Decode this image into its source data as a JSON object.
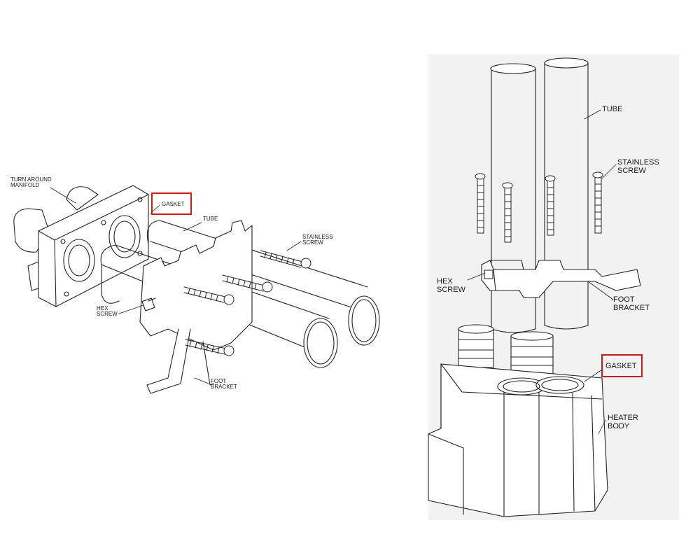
{
  "left_diagram": {
    "labels": {
      "turn_around_manifold": [
        "TURN AROUND",
        "MANIFOLD"
      ],
      "gasket": "GASKET",
      "tube": "TUBE",
      "stainless_screw": [
        "STAINLESS",
        "SCREW"
      ],
      "hex_screw": [
        "HEX",
        "SCREW"
      ],
      "foot_bracket": [
        "FOOT",
        "BRACKET"
      ]
    }
  },
  "right_diagram": {
    "labels": {
      "tube": "TUBE",
      "stainless_screw": [
        "STAINLESS",
        "SCREW"
      ],
      "hex_screw": [
        "HEX",
        "SCREW"
      ],
      "foot_bracket": [
        "FOOT",
        "BRACKET"
      ],
      "gasket": "GASKET",
      "heater_body": [
        "HEATER",
        "BODY"
      ]
    }
  },
  "highlight_color": "#cc1a1a"
}
